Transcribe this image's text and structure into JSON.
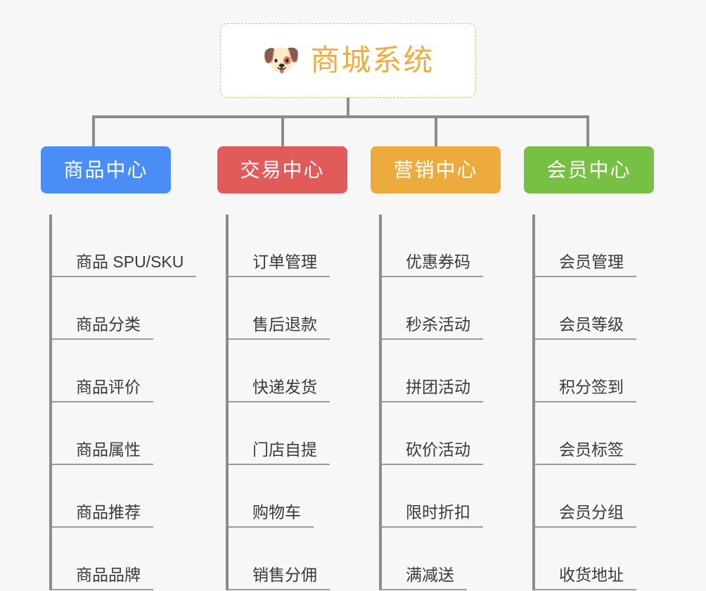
{
  "root": {
    "icon": "shiba-dog-icon",
    "emoji": "🐶",
    "title": "商城系统",
    "title_color": "#f0ad3e",
    "border_color": "#eab860"
  },
  "connector_color": "#8c8c8c",
  "background_color": "#f7f7f7",
  "columns": [
    {
      "label": "商品中心",
      "color": "#4a8df6",
      "items": [
        "商品 SPU/SKU",
        "商品分类",
        "商品评价",
        "商品属性",
        "商品推荐",
        "商品品牌"
      ]
    },
    {
      "label": "交易中心",
      "color": "#e15b5b",
      "items": [
        "订单管理",
        "售后退款",
        "快递发货",
        "门店自提",
        "购物车",
        "销售分佣"
      ]
    },
    {
      "label": "营销中心",
      "color": "#eeab3d",
      "items": [
        "优惠券码",
        "秒杀活动",
        "拼团活动",
        "砍价活动",
        "限时折扣",
        "满减送"
      ]
    },
    {
      "label": "会员中心",
      "color": "#76c043",
      "items": [
        "会员管理",
        "会员等级",
        "积分签到",
        "会员标签",
        "会员分组",
        "收货地址"
      ]
    }
  ]
}
